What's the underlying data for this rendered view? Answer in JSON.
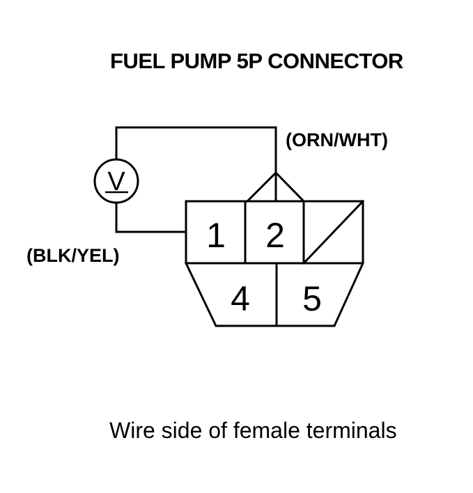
{
  "title": "FUEL PUMP 5P CONNECTOR",
  "wires": {
    "terminal_2": "(ORN/WHT)",
    "terminal_1": "(BLK/YEL)"
  },
  "meter": {
    "icon": "voltmeter-icon",
    "symbol": "V"
  },
  "connector": {
    "terminals": [
      {
        "number": "1"
      },
      {
        "number": "2"
      },
      {
        "number": "4"
      },
      {
        "number": "5"
      }
    ],
    "empty_cavity_icon": "empty-cavity-slash-icon"
  },
  "caption": "Wire side of female terminals",
  "colors": {
    "line": "#000000",
    "background": "#ffffff"
  }
}
